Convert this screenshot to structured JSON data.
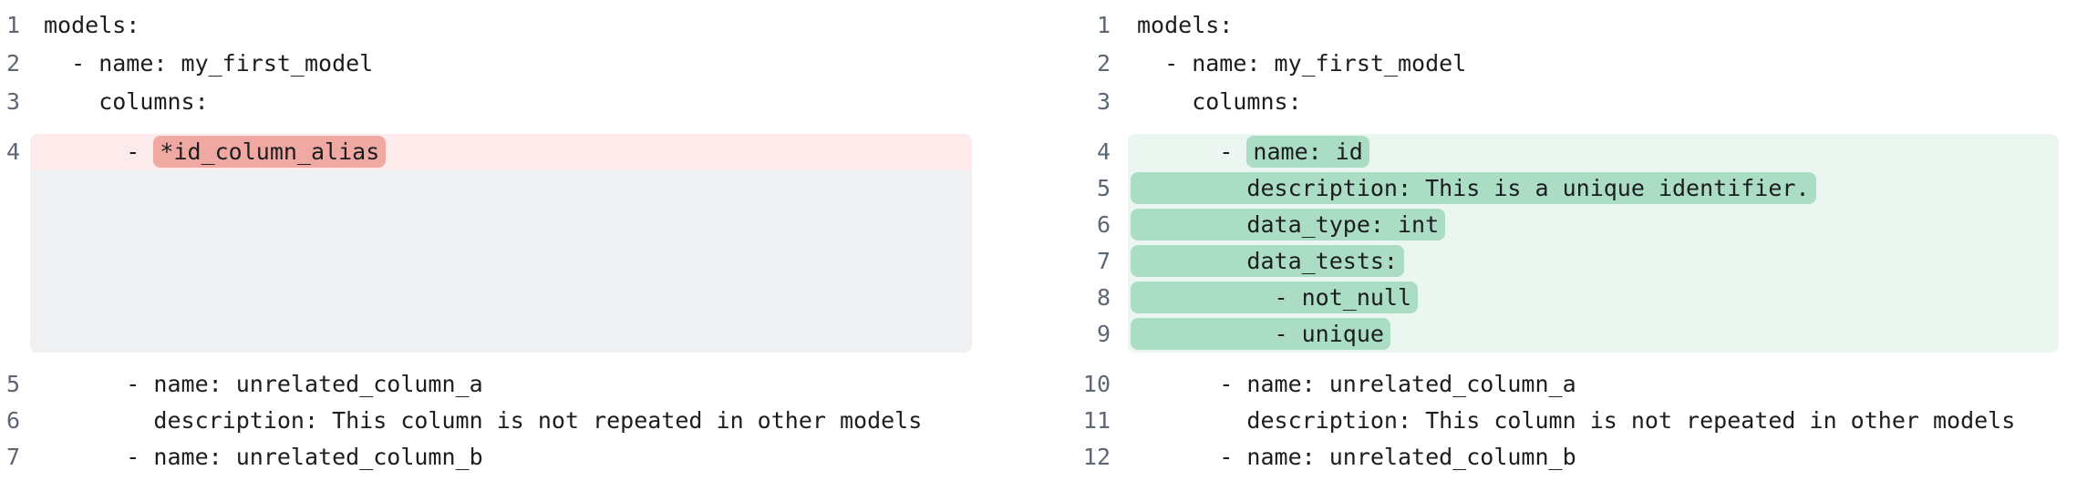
{
  "colors": {
    "removed_line_bg": "#fcebea",
    "removed_word_bg": "#f0a8a3",
    "added_line_bg": "#ecf6f0",
    "added_word_bg": "#abdcc4",
    "filler_bg": "#eef0f2",
    "code_text": "#1b1d20",
    "line_number": "#5d6673"
  },
  "left_pane": {
    "lines": [
      {
        "num": "1",
        "kind": "context",
        "text": "models:"
      },
      {
        "num": "2",
        "kind": "context",
        "text": "  - name: my_first_model"
      },
      {
        "num": "3",
        "kind": "context",
        "text": "    columns:"
      },
      {
        "num": "4",
        "kind": "removed",
        "prefix": "      - ",
        "mark": "*id_column_alias",
        "block_start": true
      },
      {
        "kind": "filler",
        "rows": 5,
        "block_end": true
      },
      {
        "num": "5",
        "kind": "context",
        "text": "      - name: unrelated_column_a"
      },
      {
        "num": "6",
        "kind": "context",
        "text": "        description: This column is not repeated in other models"
      },
      {
        "num": "7",
        "kind": "context",
        "text": "      - name: unrelated_column_b"
      }
    ]
  },
  "right_pane": {
    "lines": [
      {
        "num": "1",
        "kind": "context",
        "text": "models:"
      },
      {
        "num": "2",
        "kind": "context",
        "text": "  - name: my_first_model"
      },
      {
        "num": "3",
        "kind": "context",
        "text": "    columns:"
      },
      {
        "num": "4",
        "kind": "added",
        "prefix": "      - ",
        "mark": "name: id",
        "block_start": true
      },
      {
        "num": "5",
        "kind": "added_full",
        "mark": "        description: This is a unique identifier."
      },
      {
        "num": "6",
        "kind": "added_full",
        "mark": "        data_type: int"
      },
      {
        "num": "7",
        "kind": "added_full",
        "mark": "        data_tests:"
      },
      {
        "num": "8",
        "kind": "added_full",
        "mark": "          - not_null"
      },
      {
        "num": "9",
        "kind": "added_full",
        "mark": "          - unique",
        "block_end": true
      },
      {
        "num": "10",
        "kind": "context",
        "text": "      - name: unrelated_column_a"
      },
      {
        "num": "11",
        "kind": "context",
        "text": "        description: This column is not repeated in other models"
      },
      {
        "num": "12",
        "kind": "context",
        "text": "      - name: unrelated_column_b"
      }
    ]
  }
}
